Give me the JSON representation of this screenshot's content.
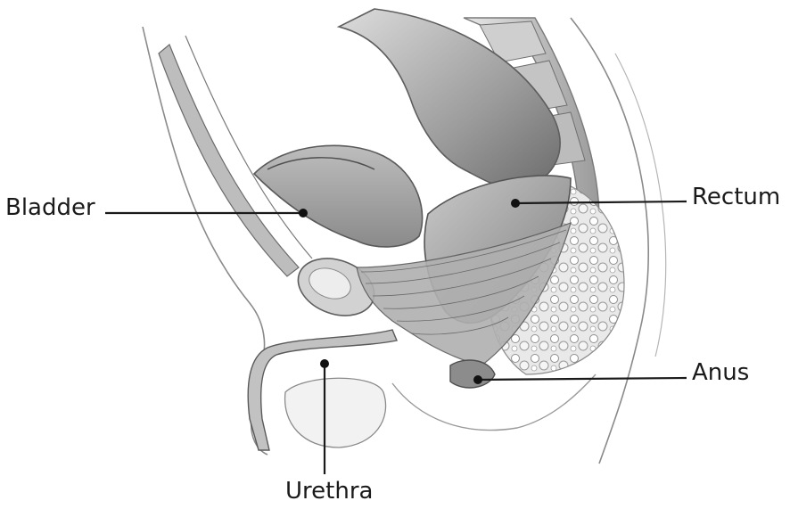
{
  "labels": {
    "bladder": "Bladder",
    "rectum": "Rectum",
    "anus": "Anus",
    "urethra": "Urethra"
  },
  "colors": {
    "ink": "#1a1a1a",
    "line": "#4a4a4a",
    "shade_dark": "#7a7a7a",
    "shade_mid": "#a8a8a8",
    "shade_light": "#d6d6d6",
    "background": "#ffffff"
  }
}
